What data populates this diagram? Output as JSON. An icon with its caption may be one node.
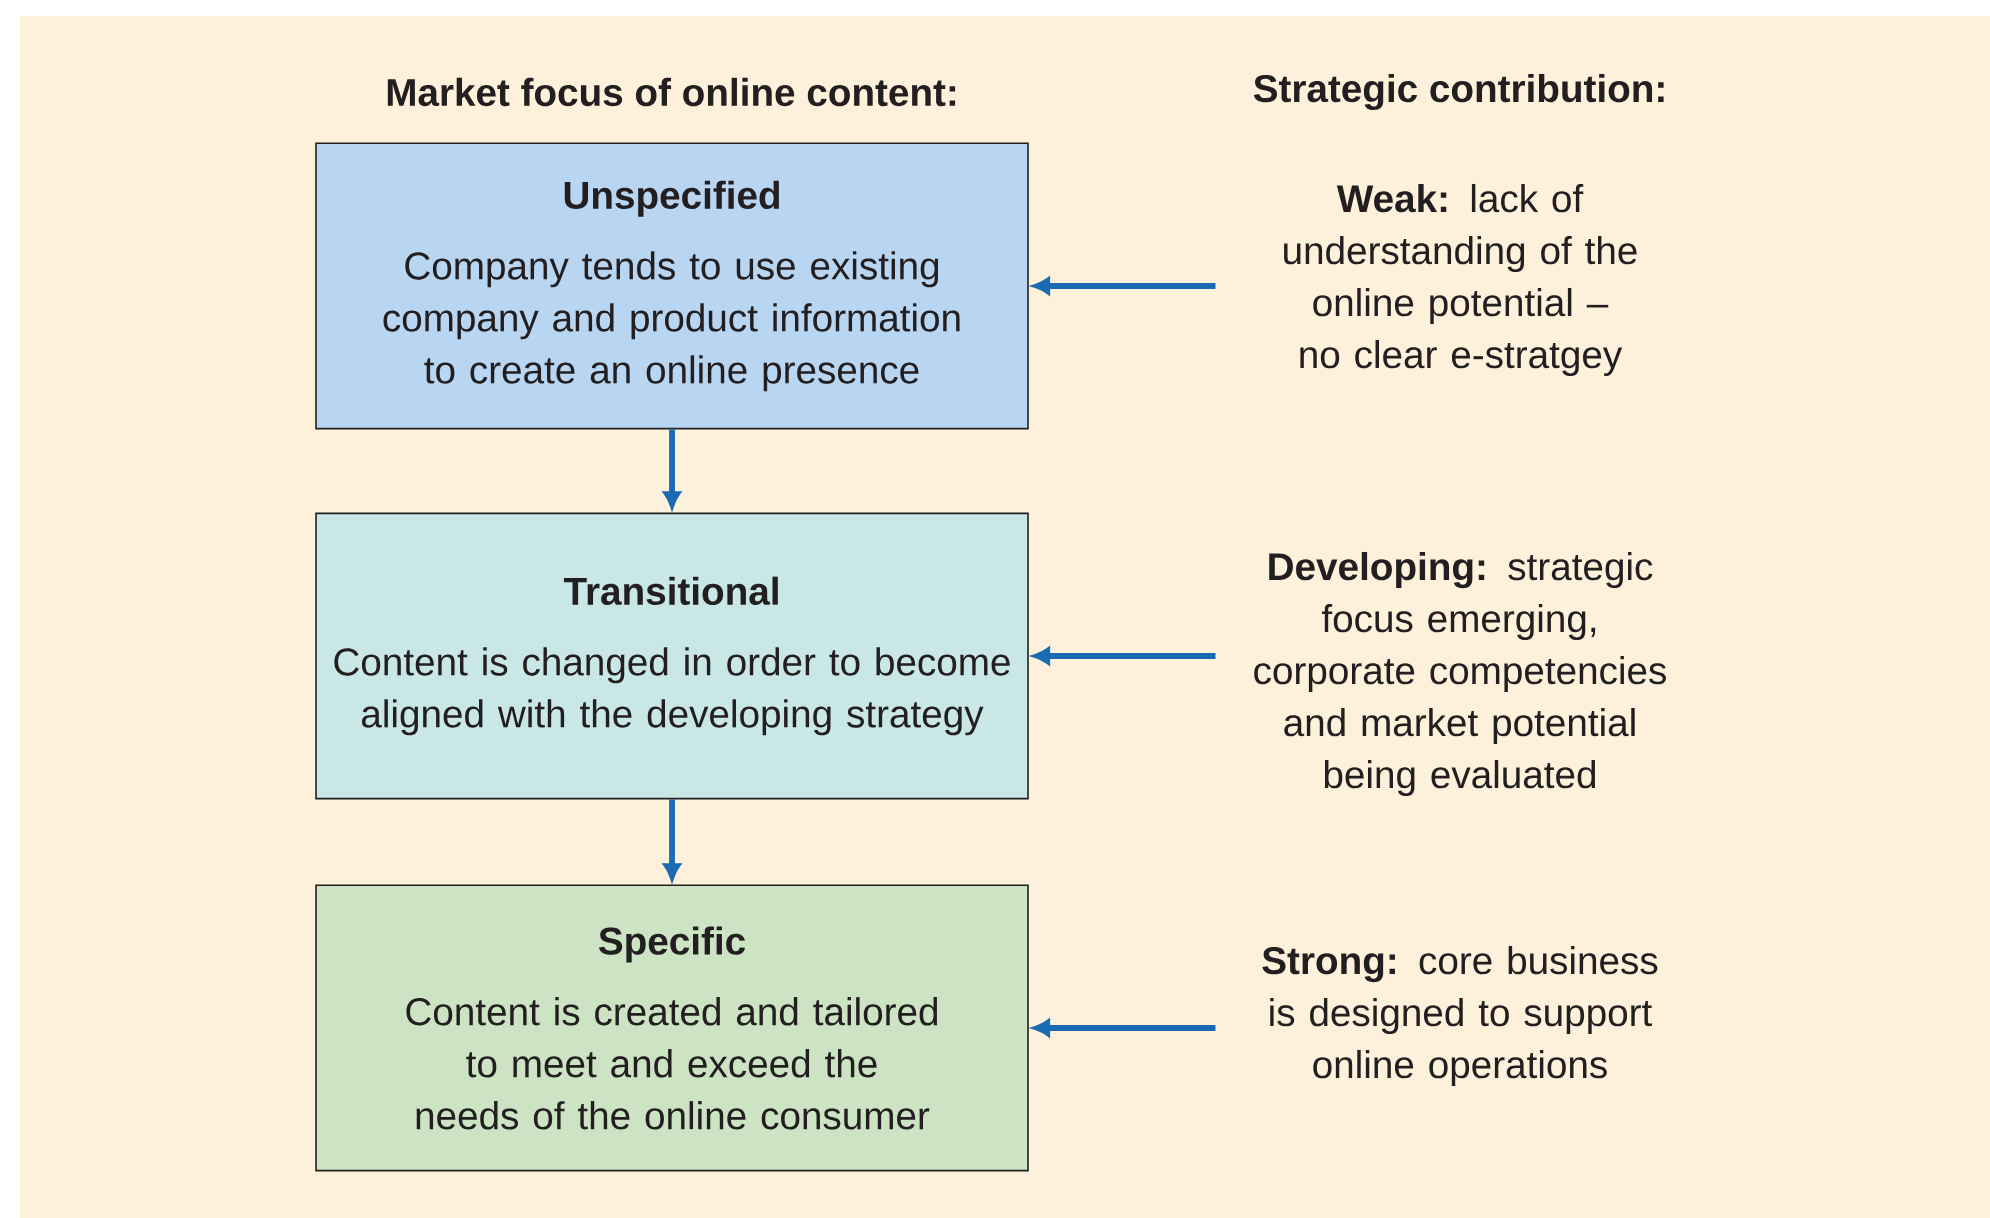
{
  "diagram": {
    "nodes": [
      {
        "text": [
          "Unspecified",
          "Company tends to use existing company and product information to create an online presence"
        ]
      },
      {
        "text": [
          "Transitional",
          "Content is changed in order to become aligned with the developing strategy"
        ]
      },
      {
        "text": [
          "Specific",
          "Content is created and tailored to meet and exceed the needs of the online consumer"
        ]
      },
      {
        "text": [
          "**Weak:** lack of understanding of the online potential – no clear e-stratgey"
        ]
      },
      {
        "text": [
          "**Developing:** strategic focus emerging, corporate competencies and market potential being evaluated"
        ]
      },
      {
        "text": [
          "**Strong:** core business is designed to support online operations"
        ]
      }
    ],
    "edges": [
      {
        "from": 0,
        "to": 1,
        "arrow": "to"
      },
      {
        "from": 1,
        "to": 2,
        "arrow": "to"
      },
      {
        "from": 3,
        "to": 0,
        "arrow": "to"
      },
      {
        "from": 4,
        "to": 1,
        "arrow": "to"
      },
      {
        "from": 5,
        "to": 2,
        "arrow": "to"
      }
    ],
    "labels": [
      "Market focus of online content:",
      "Strategic contribution:"
    ]
  }
}
